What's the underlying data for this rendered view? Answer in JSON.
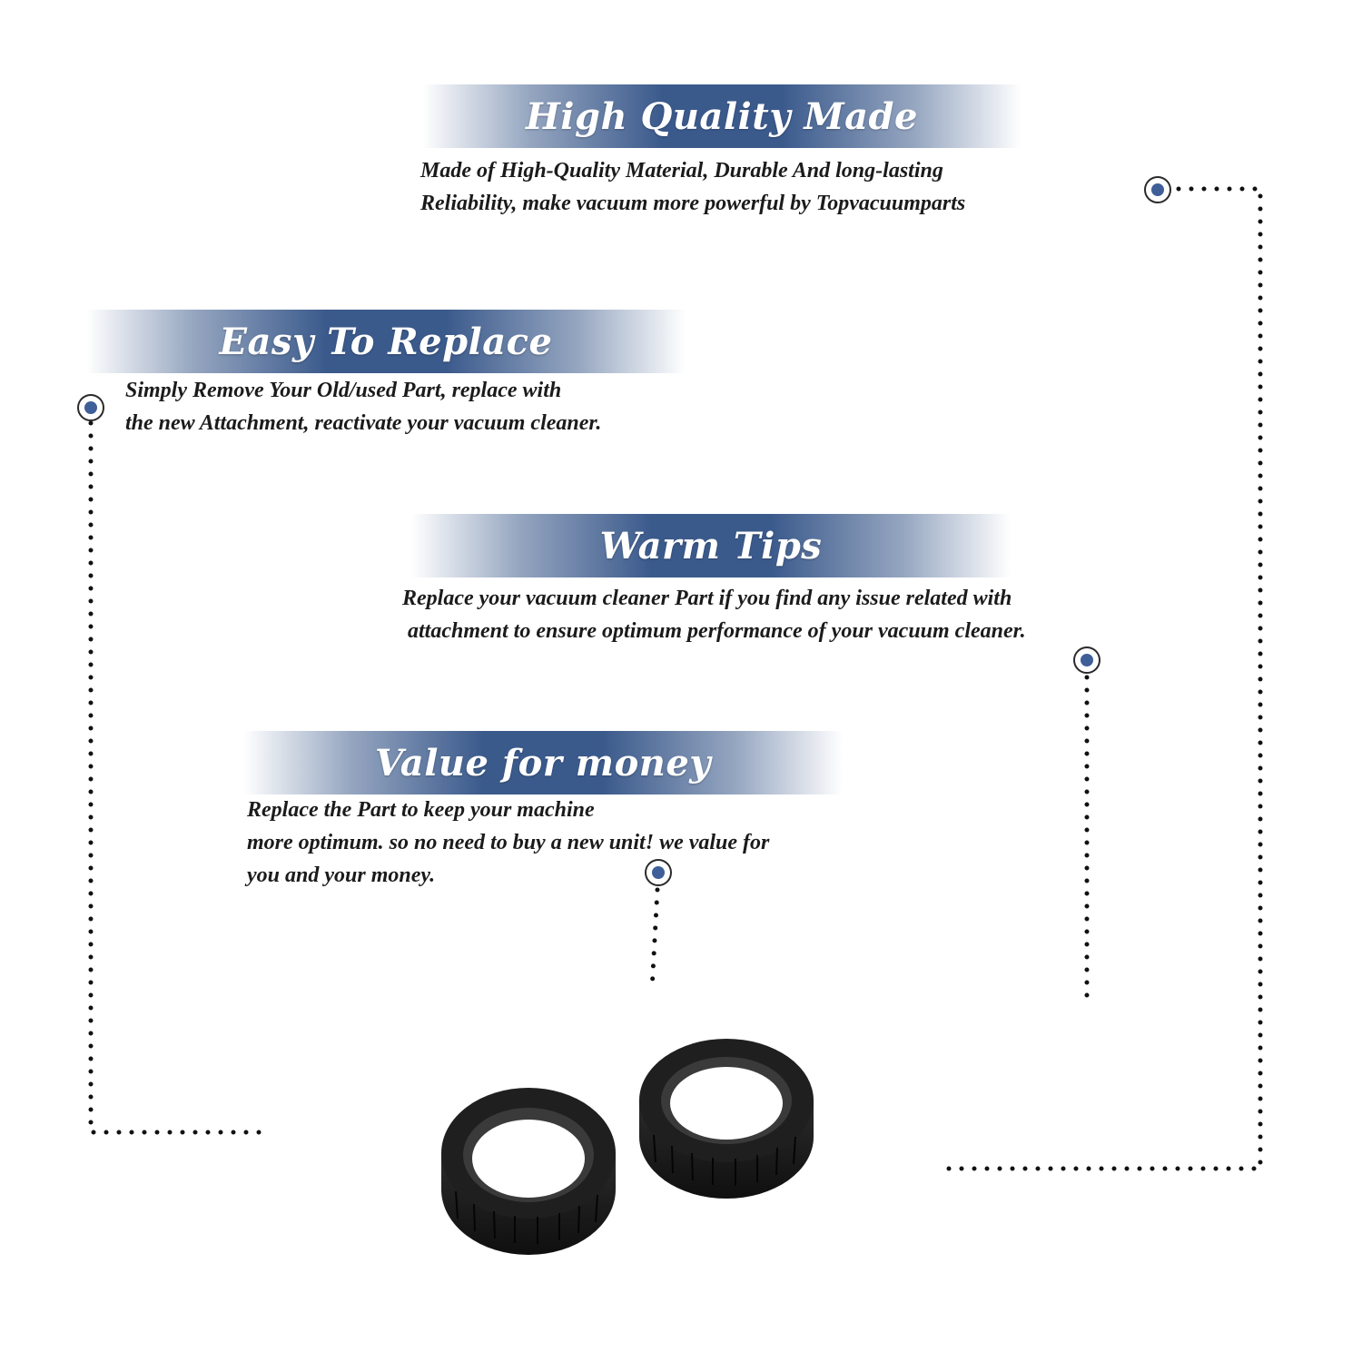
{
  "sections": [
    {
      "title": "High Quality Made",
      "lines": [
        "Made of  High-Quality Material, Durable And long-lasting",
        "Reliability, make vacuum more powerful by Topvacuumparts"
      ]
    },
    {
      "title": "Easy To Replace",
      "lines": [
        "Simply Remove Your Old/used Part, replace with",
        "the new Attachment, reactivate your vacuum cleaner."
      ]
    },
    {
      "title": "Warm Tips",
      "lines": [
        "Replace your vacuum cleaner Part if you find any issue related with",
        " attachment to ensure optimum performance of your vacuum cleaner."
      ]
    },
    {
      "title": "Value for money",
      "lines": [
        "Replace the Part to keep your machine",
        "more optimum. so no need to buy a new unit! we value for",
        "you and your money."
      ]
    }
  ],
  "colors": {
    "banner": "#3b5a8c",
    "marker": "#3f5f99",
    "text": "#1b1b1b"
  },
  "product_image": "two-black-threaded-rings"
}
